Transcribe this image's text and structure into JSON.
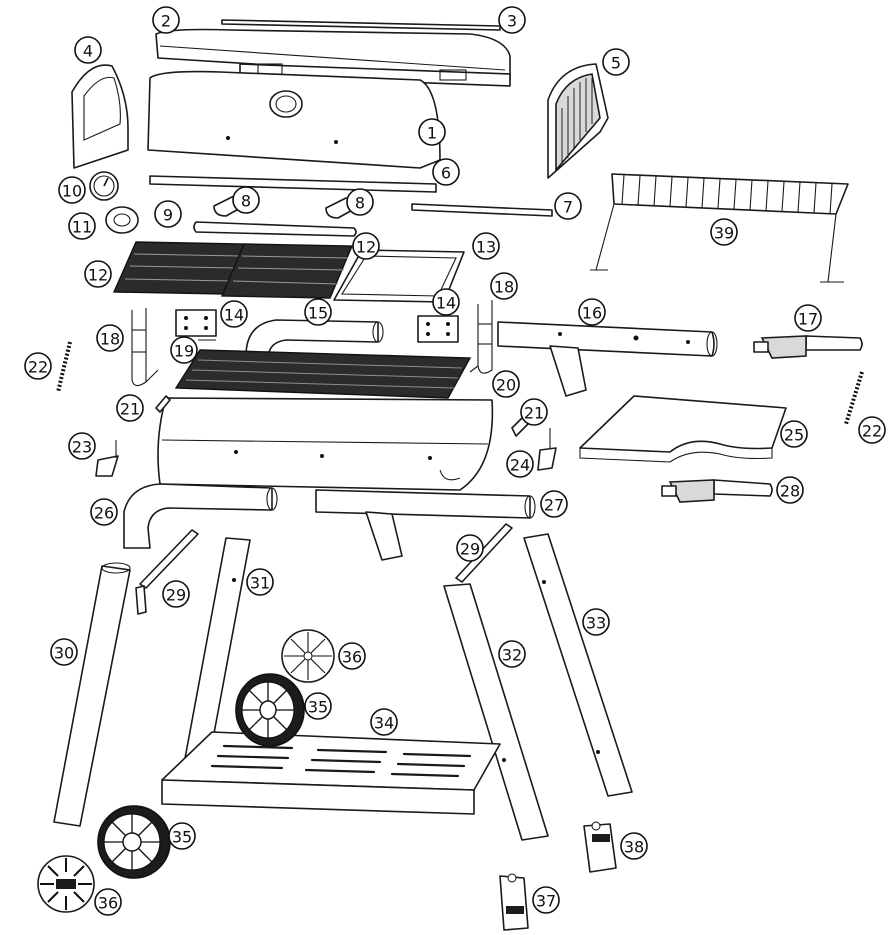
{
  "labels": [
    {
      "part": "lid",
      "num": "1"
    },
    {
      "part": "lid-top-cover",
      "num": "2"
    },
    {
      "part": "lid-hinge-bar",
      "num": "3"
    },
    {
      "part": "lid-left-end-cap",
      "num": "4"
    },
    {
      "part": "lid-right-end-cap",
      "num": "5"
    },
    {
      "part": "lid-handle-bar",
      "num": "6"
    },
    {
      "part": "rear-bar",
      "num": "7"
    },
    {
      "part": "handle-spacer-left",
      "num": "8"
    },
    {
      "part": "handle-spacer-right",
      "num": "8"
    },
    {
      "part": "lid-handle",
      "num": "9"
    },
    {
      "part": "thermometer",
      "num": "10"
    },
    {
      "part": "thermometer-nut",
      "num": "11"
    },
    {
      "part": "cooking-grate-left",
      "num": "12"
    },
    {
      "part": "cooking-grate-right",
      "num": "12"
    },
    {
      "part": "griddle-plate",
      "num": "13"
    },
    {
      "part": "hinge-bracket-left",
      "num": "14"
    },
    {
      "part": "hinge-bracket-right",
      "num": "14"
    },
    {
      "part": "left-handle-tube",
      "num": "15"
    },
    {
      "part": "right-handle-tube",
      "num": "16"
    },
    {
      "part": "handle-connector-upper",
      "num": "17"
    },
    {
      "part": "charcoal-hanger-left",
      "num": "18"
    },
    {
      "part": "charcoal-hanger-right",
      "num": "18"
    },
    {
      "part": "small-bracket",
      "num": "19"
    },
    {
      "part": "firebox",
      "num": "20"
    },
    {
      "part": "clip-left",
      "num": "21"
    },
    {
      "part": "clip-right",
      "num": "21"
    },
    {
      "part": "spring-left",
      "num": "22"
    },
    {
      "part": "spring-right",
      "num": "22"
    },
    {
      "part": "hook-left",
      "num": "23"
    },
    {
      "part": "hook-right",
      "num": "24"
    },
    {
      "part": "side-shelf",
      "num": "25"
    },
    {
      "part": "left-frame-tube",
      "num": "26"
    },
    {
      "part": "right-frame-tube",
      "num": "27"
    },
    {
      "part": "handle-connector-lower",
      "num": "28"
    },
    {
      "part": "leg-brace-left",
      "num": "29"
    },
    {
      "part": "leg-brace-right",
      "num": "29"
    },
    {
      "part": "front-left-leg",
      "num": "30"
    },
    {
      "part": "rear-left-leg",
      "num": "31"
    },
    {
      "part": "front-right-leg",
      "num": "32"
    },
    {
      "part": "rear-right-leg",
      "num": "33"
    },
    {
      "part": "bottom-shelf",
      "num": "34"
    },
    {
      "part": "wheel-upper",
      "num": "35"
    },
    {
      "part": "wheel-lower",
      "num": "35"
    },
    {
      "part": "hubcap-upper",
      "num": "36"
    },
    {
      "part": "hubcap-lower",
      "num": "36"
    },
    {
      "part": "foot-cap-left",
      "num": "37"
    },
    {
      "part": "foot-cap-right",
      "num": "38"
    },
    {
      "part": "warming-rack",
      "num": "39"
    }
  ]
}
